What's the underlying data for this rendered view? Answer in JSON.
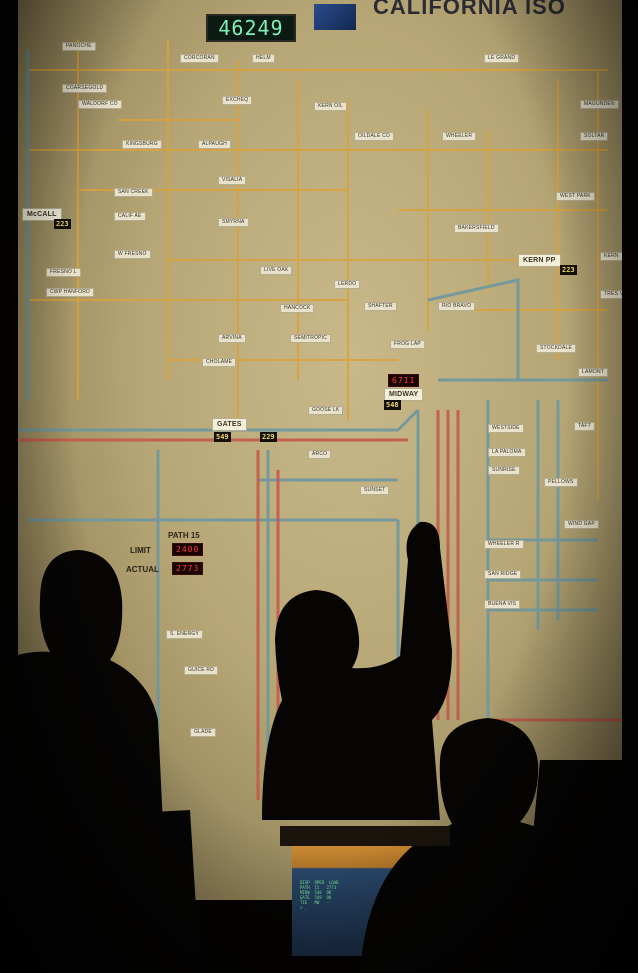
{
  "counter": "46249",
  "header_title": "CALIFORNIA ISO",
  "path_panel": {
    "title": "PATH 15",
    "limit_label": "LIMIT",
    "actual_label": "ACTUAL",
    "limit_value": "2400",
    "actual_value": "2773"
  },
  "substations": [
    {
      "id": "mccall",
      "name": "McCALL",
      "value": "223"
    },
    {
      "id": "gates",
      "name": "GATES",
      "value": "549"
    },
    {
      "id": "gates2",
      "name": "",
      "value": "229"
    },
    {
      "id": "kern",
      "name": "KERN PP",
      "value": "223"
    },
    {
      "id": "midway",
      "name": "MIDWAY",
      "value": "548"
    },
    {
      "id": "midway_led",
      "name": "",
      "value": "6711"
    }
  ],
  "labels": [
    "PANOCHE",
    "CORCORAN",
    "HELM",
    "LE GRAND",
    "COARSEGOLD",
    "WALDORF CO",
    "EXCHEQ",
    "KERN OIL",
    "MAGUNDEN",
    "KINGSBURG",
    "ALPAUGH",
    "OILDALE CO",
    "WHEELER",
    "SOLTAR",
    "SAN CREEK",
    "VISALIA",
    "WEST PARK",
    "CALIF AE",
    "SMYRNA",
    "BAKERSFIELD",
    "W FRESNO",
    "LIVE OAK",
    "KERN",
    "FRESNO L",
    "LERDO",
    "TRES VIAS",
    "CWP HANFORD",
    "HANCOCK",
    "SHAFTER",
    "RIO BRAVO",
    "ARVINA",
    "SEMITROPIC",
    "FROG LAP",
    "STOCKDALE",
    "CHOLAME",
    "LAMONT",
    "GOOSE LK",
    "WESTSIDE",
    "TAFT",
    "ARCO",
    "LA PALOMA",
    "SUNRISE",
    "SUNSET",
    "PELLOWS",
    "WIND GAP",
    "WHEELER R",
    "SAN RIDGE",
    "BUENA VIS",
    "S. ENERGY",
    "GUICE RD",
    "GLADE"
  ],
  "screen_lines": "DISP  OPER  LOAD\nPATH  15   2773\nMIDW  548  OK\nGATE  549  OK\nTIE   MW   -\n> _"
}
